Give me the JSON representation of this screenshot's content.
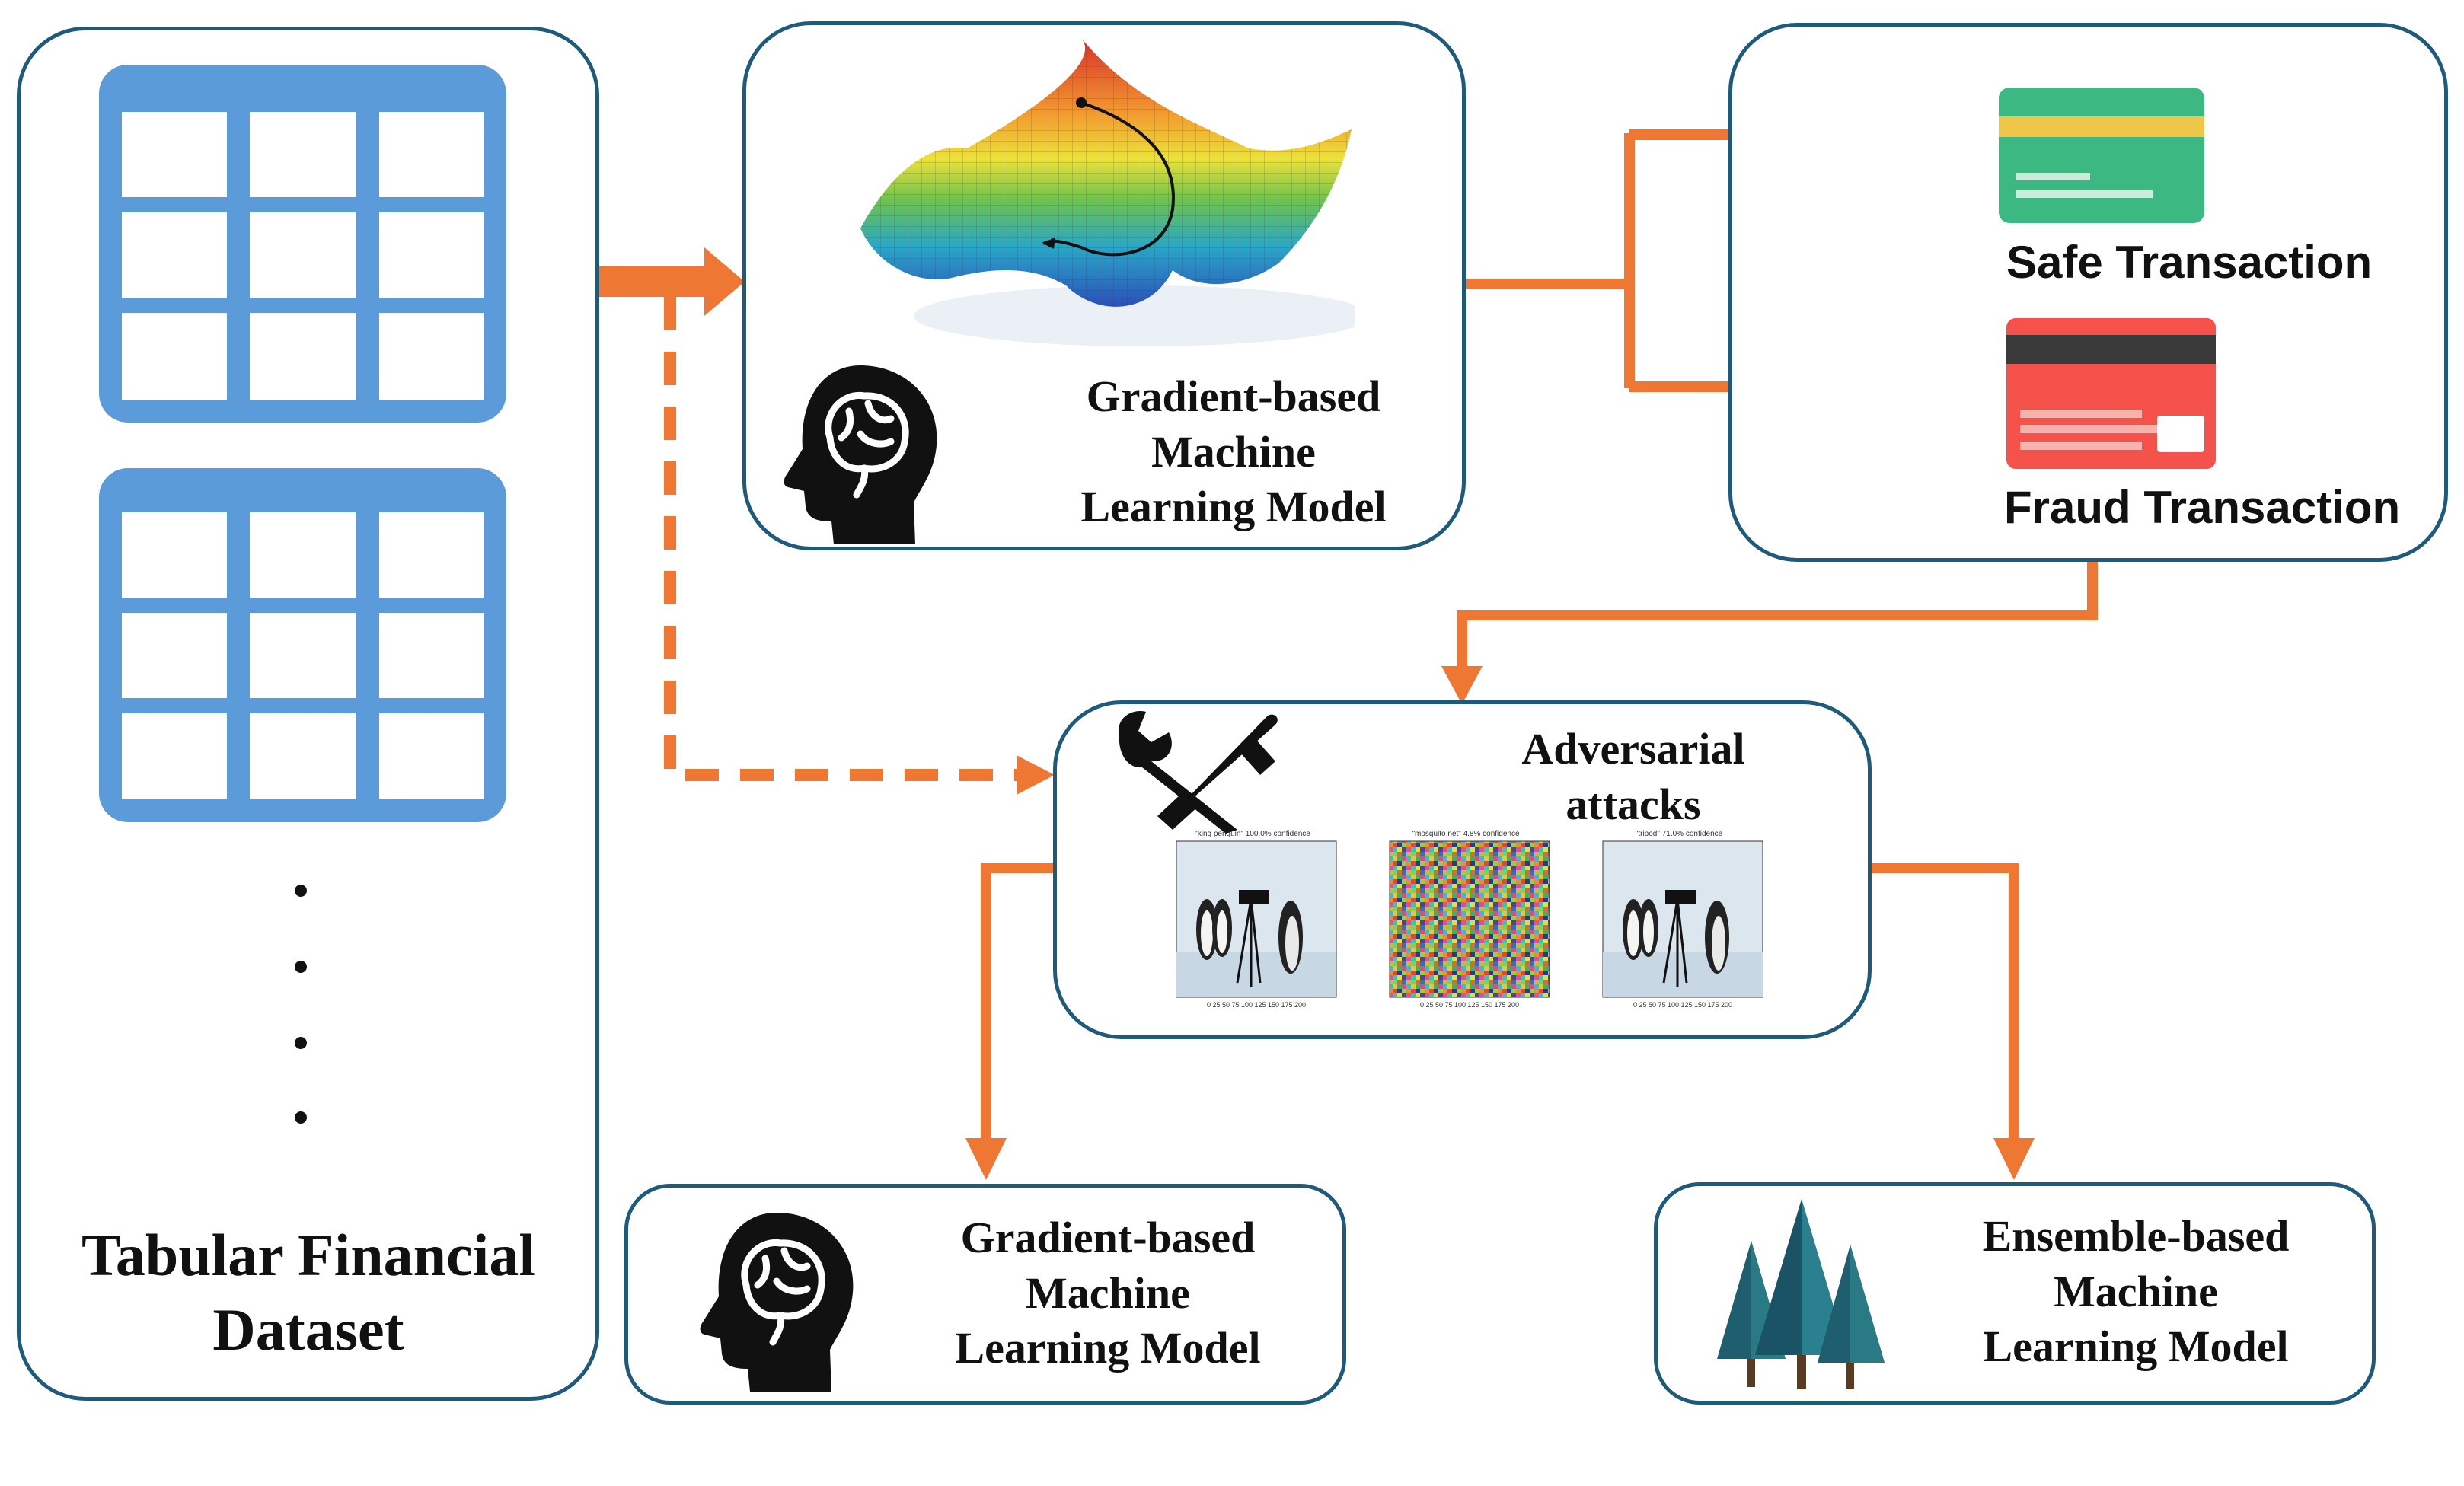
{
  "dataset": {
    "title_line1": "Tabular Financial",
    "title_line2": "Dataset",
    "ellipsis": "⋮"
  },
  "model_top": {
    "line1": "Gradient-based",
    "line2": "Machine",
    "line3": "Learning Model"
  },
  "outcomes": {
    "safe_label": "Safe Transaction",
    "fraud_label": "Fraud Transaction"
  },
  "adversarial": {
    "line1": "Adversarial",
    "line2": "attacks",
    "panels": [
      {
        "caption": "\"king penguin\" 100.0% confidence"
      },
      {
        "caption": "\"mosquito net\" 4.8% confidence"
      },
      {
        "caption": "\"tripod\" 71.0% confidence"
      }
    ]
  },
  "model_bottom_left": {
    "line1": "Gradient-based",
    "line2": "Machine",
    "line3": "Learning Model"
  },
  "model_bottom_right": {
    "line1": "Ensemble-based",
    "line2": "Machine",
    "line3": "Learning Model"
  },
  "colors": {
    "arrow": "#ee7734",
    "box_border": "#1e5a7a",
    "table": "#5b9bd9",
    "safe_card": "#3cb882",
    "fraud_card": "#f4524a"
  },
  "icons": [
    "table-icon",
    "brain-head-icon",
    "loss-surface-image",
    "credit-card-icon",
    "tools-icon",
    "pine-trees-icon"
  ]
}
